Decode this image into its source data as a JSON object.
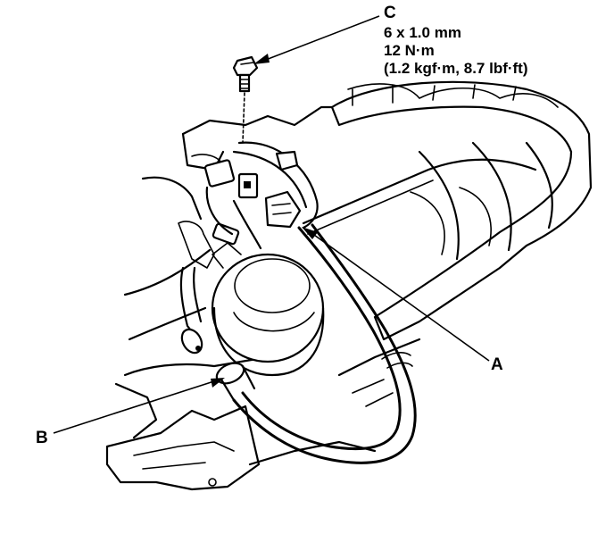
{
  "diagram": {
    "spec": {
      "callout": "C",
      "size": "6 x 1.0 mm",
      "torque_nm": "12 N·m",
      "torque_alt": "(1.2 kgf·m, 8.7 lbf·ft)"
    },
    "labels": {
      "a": "A",
      "b": "B"
    },
    "colors": {
      "ink": "#000000",
      "paper": "#ffffff"
    }
  }
}
